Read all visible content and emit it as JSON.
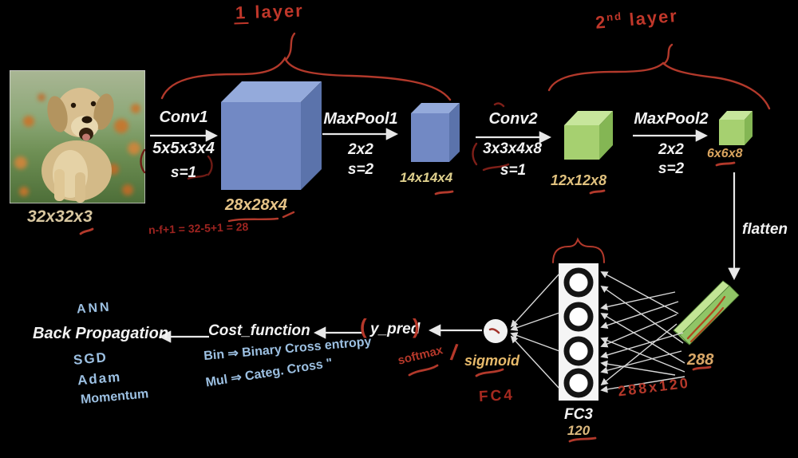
{
  "colors": {
    "background": "#000000",
    "cube_blue": "#7289c4",
    "cube_green": "#a6d070",
    "accent_red": "#b5382a",
    "note_blue": "#9cc0e2",
    "label_tan": "#dcb97e",
    "text_white": "#f2f2f2"
  },
  "annotations": {
    "layer1_num": "1",
    "layer1_word": "layer",
    "layer2_num": "2",
    "layer2_sup": "nd",
    "layer2_word": "layer",
    "conv1_formula": "n-f+1 = 32-5+1 = 28",
    "fc3_weights": "288x120",
    "softmax": "softmax",
    "slash": "/",
    "fc4": "FC4",
    "paren_open": "(",
    "paren_close": ")"
  },
  "pipeline": {
    "input": {
      "dims": "32x32x3"
    },
    "conv1": {
      "label": "Conv1",
      "kernel": "5x5x3x4",
      "stride": "s=1",
      "out": "28x28x4"
    },
    "maxpool1": {
      "label": "MaxPool1",
      "kernel": "2x2",
      "stride": "s=2",
      "out": "14x14x4"
    },
    "conv2": {
      "label": "Conv2",
      "kernel": "3x3x4x8",
      "stride": "s=1",
      "out": "12x12x8"
    },
    "maxpool2": {
      "label": "MaxPool2",
      "kernel": "2x2",
      "stride": "s=2",
      "out": "6x6x8"
    },
    "flatten": {
      "label": "flatten",
      "size": "288"
    },
    "fc3": {
      "label": "FC3",
      "units": "120"
    },
    "activation": {
      "sigmoid": "sigmoid"
    },
    "output": {
      "y_pred": "y_pred"
    },
    "cost": {
      "label": "Cost_function"
    },
    "backprop": {
      "label": "Back Propagation"
    }
  },
  "notes": {
    "ann": "ANN",
    "sgd": "SGD",
    "adam": "Adam",
    "momentum": "Momentum",
    "bin": "Bin ⇒ Binary Cross entropy",
    "mul": "Mul ⇒ Categ. Cross \""
  }
}
